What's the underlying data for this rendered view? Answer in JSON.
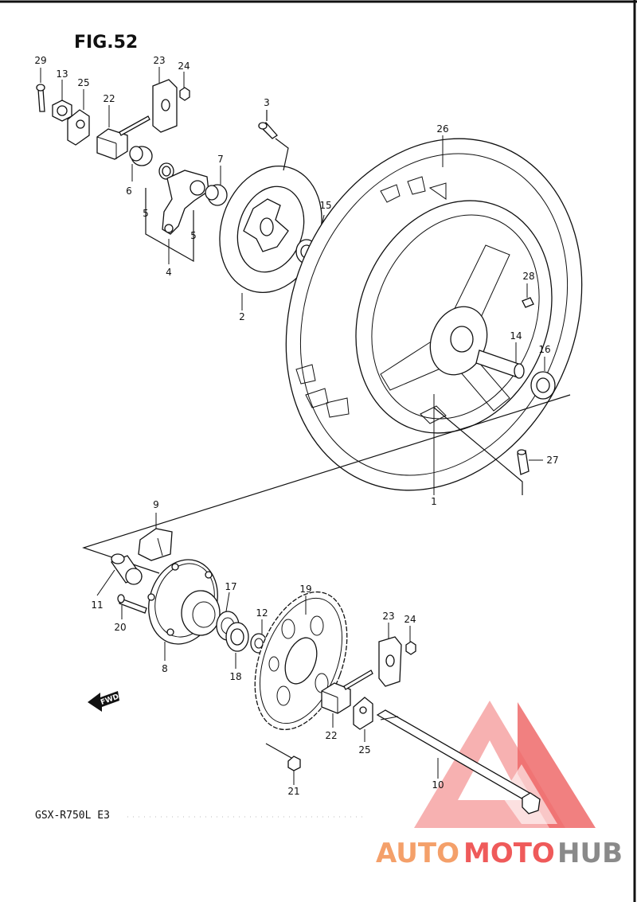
{
  "figure": {
    "title": "FIG.52",
    "model": "GSX-R750L  E3"
  },
  "fwd_label": "FWD",
  "watermark": {
    "part1": "AUTO",
    "part2": "MOTO",
    "part3": "HUB",
    "colors": {
      "auto": "#f4a06a",
      "moto": "#ef5a5a",
      "hub": "#8a8a8a"
    }
  },
  "callouts": {
    "c29": "29",
    "c13": "13",
    "c25a": "25",
    "c22a": "22",
    "c23a": "23",
    "c24a": "24",
    "c3": "3",
    "c6": "6",
    "c7": "7",
    "c5a": "5",
    "c5b": "5",
    "c4": "4",
    "c15": "15",
    "c2": "2",
    "c26": "26",
    "c28": "28",
    "c14": "14",
    "c16": "16",
    "c27": "27",
    "c1": "1",
    "c9": "9",
    "c11": "11",
    "c20": "20",
    "c8": "8",
    "c17": "17",
    "c18": "18",
    "c12": "12",
    "c19": "19",
    "c23b": "23",
    "c24b": "24",
    "c22b": "22",
    "c25b": "25",
    "c21": "21",
    "c10": "10"
  }
}
